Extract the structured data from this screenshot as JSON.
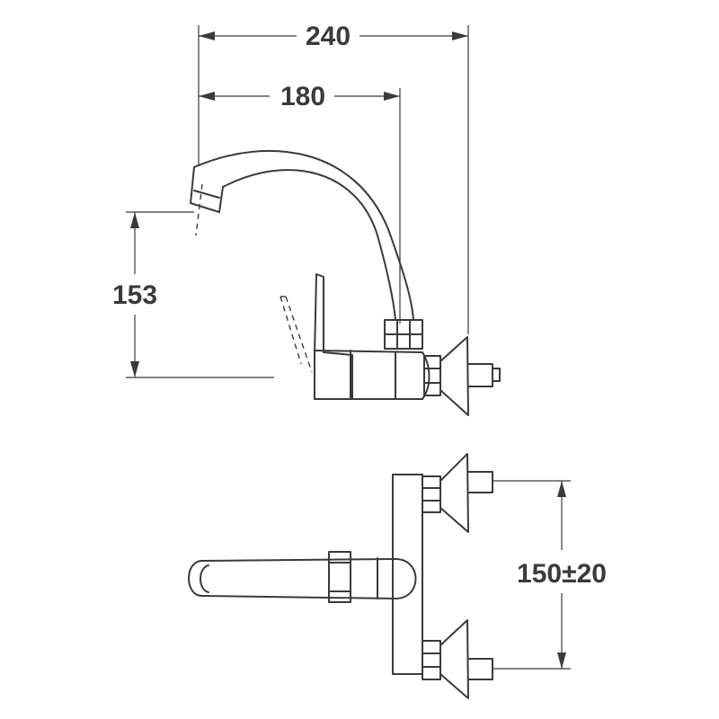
{
  "dimensions": {
    "overall_reach": "240",
    "spout_reach": "180",
    "spout_height": "153",
    "inlet_spacing": "150±20"
  },
  "colors": {
    "line": "#3a3a3a",
    "background": "#ffffff"
  }
}
